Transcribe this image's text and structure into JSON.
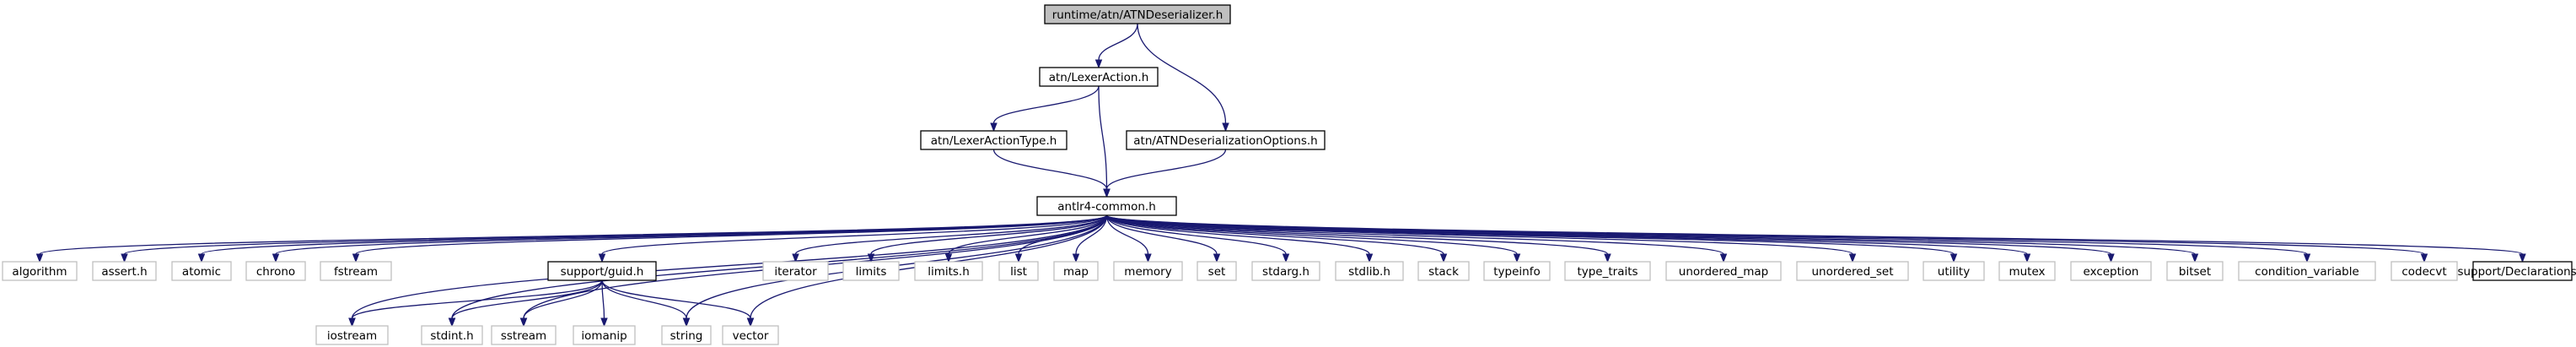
{
  "diagram": {
    "type": "include-dependency-graph",
    "root": "runtime/atn/ATNDeserializer.h",
    "colors": {
      "root_fill": "#bfbfbf",
      "node_fill": "#ffffff",
      "node_border": "#000000",
      "external_border": "#bfbfbf",
      "edge": "#191970"
    },
    "nodes": [
      {
        "id": "root",
        "label": "runtime/atn/ATNDeserializer.h",
        "kind": "root"
      },
      {
        "id": "lexeraction",
        "label": "atn/LexerAction.h",
        "kind": "documented"
      },
      {
        "id": "lexeractiontype",
        "label": "atn/LexerActionType.h",
        "kind": "documented"
      },
      {
        "id": "deseropts",
        "label": "atn/ATNDeserializationOptions.h",
        "kind": "documented"
      },
      {
        "id": "common",
        "label": "antlr4-common.h",
        "kind": "documented"
      },
      {
        "id": "algorithm",
        "label": "algorithm",
        "kind": "external"
      },
      {
        "id": "assert",
        "label": "assert.h",
        "kind": "external"
      },
      {
        "id": "atomic",
        "label": "atomic",
        "kind": "external"
      },
      {
        "id": "chrono",
        "label": "chrono",
        "kind": "external"
      },
      {
        "id": "fstream",
        "label": "fstream",
        "kind": "external"
      },
      {
        "id": "guid",
        "label": "support/guid.h",
        "kind": "documented"
      },
      {
        "id": "iterator",
        "label": "iterator",
        "kind": "external"
      },
      {
        "id": "limits",
        "label": "limits",
        "kind": "external"
      },
      {
        "id": "limitsh",
        "label": "limits.h",
        "kind": "external"
      },
      {
        "id": "list",
        "label": "list",
        "kind": "external"
      },
      {
        "id": "map",
        "label": "map",
        "kind": "external"
      },
      {
        "id": "memory",
        "label": "memory",
        "kind": "external"
      },
      {
        "id": "set",
        "label": "set",
        "kind": "external"
      },
      {
        "id": "stdarg",
        "label": "stdarg.h",
        "kind": "external"
      },
      {
        "id": "stdlib",
        "label": "stdlib.h",
        "kind": "external"
      },
      {
        "id": "stack",
        "label": "stack",
        "kind": "external"
      },
      {
        "id": "typeinfo",
        "label": "typeinfo",
        "kind": "external"
      },
      {
        "id": "type_traits",
        "label": "type_traits",
        "kind": "external"
      },
      {
        "id": "unordered_map",
        "label": "unordered_map",
        "kind": "external"
      },
      {
        "id": "unordered_set",
        "label": "unordered_set",
        "kind": "external"
      },
      {
        "id": "utility",
        "label": "utility",
        "kind": "external"
      },
      {
        "id": "mutex",
        "label": "mutex",
        "kind": "external"
      },
      {
        "id": "exception",
        "label": "exception",
        "kind": "external"
      },
      {
        "id": "bitset",
        "label": "bitset",
        "kind": "external"
      },
      {
        "id": "condvar",
        "label": "condition_variable",
        "kind": "external"
      },
      {
        "id": "codecvt",
        "label": "codecvt",
        "kind": "external"
      },
      {
        "id": "declarations",
        "label": "support/Declarations.h",
        "kind": "documented"
      },
      {
        "id": "iostream",
        "label": "iostream",
        "kind": "external"
      },
      {
        "id": "stdint",
        "label": "stdint.h",
        "kind": "external"
      },
      {
        "id": "sstream",
        "label": "sstream",
        "kind": "external"
      },
      {
        "id": "iomanip",
        "label": "iomanip",
        "kind": "external"
      },
      {
        "id": "string",
        "label": "string",
        "kind": "external"
      },
      {
        "id": "vector",
        "label": "vector",
        "kind": "external"
      }
    ],
    "edges": [
      [
        "root",
        "lexeraction"
      ],
      [
        "root",
        "deseropts"
      ],
      [
        "lexeraction",
        "lexeractiontype"
      ],
      [
        "lexeraction",
        "common"
      ],
      [
        "lexeractiontype",
        "common"
      ],
      [
        "deseropts",
        "common"
      ],
      [
        "common",
        "algorithm"
      ],
      [
        "common",
        "assert"
      ],
      [
        "common",
        "atomic"
      ],
      [
        "common",
        "chrono"
      ],
      [
        "common",
        "fstream"
      ],
      [
        "common",
        "iostream"
      ],
      [
        "common",
        "stdint"
      ],
      [
        "common",
        "sstream"
      ],
      [
        "common",
        "guid"
      ],
      [
        "common",
        "string"
      ],
      [
        "common",
        "vector"
      ],
      [
        "common",
        "iterator"
      ],
      [
        "common",
        "limits"
      ],
      [
        "common",
        "limitsh"
      ],
      [
        "common",
        "list"
      ],
      [
        "common",
        "map"
      ],
      [
        "common",
        "memory"
      ],
      [
        "common",
        "set"
      ],
      [
        "common",
        "stdarg"
      ],
      [
        "common",
        "stdlib"
      ],
      [
        "common",
        "stack"
      ],
      [
        "common",
        "typeinfo"
      ],
      [
        "common",
        "type_traits"
      ],
      [
        "common",
        "unordered_map"
      ],
      [
        "common",
        "unordered_set"
      ],
      [
        "common",
        "utility"
      ],
      [
        "common",
        "mutex"
      ],
      [
        "common",
        "exception"
      ],
      [
        "common",
        "bitset"
      ],
      [
        "common",
        "condvar"
      ],
      [
        "common",
        "codecvt"
      ],
      [
        "common",
        "declarations"
      ],
      [
        "guid",
        "iostream"
      ],
      [
        "guid",
        "stdint"
      ],
      [
        "guid",
        "sstream"
      ],
      [
        "guid",
        "iomanip"
      ],
      [
        "guid",
        "string"
      ],
      [
        "guid",
        "vector"
      ]
    ]
  }
}
